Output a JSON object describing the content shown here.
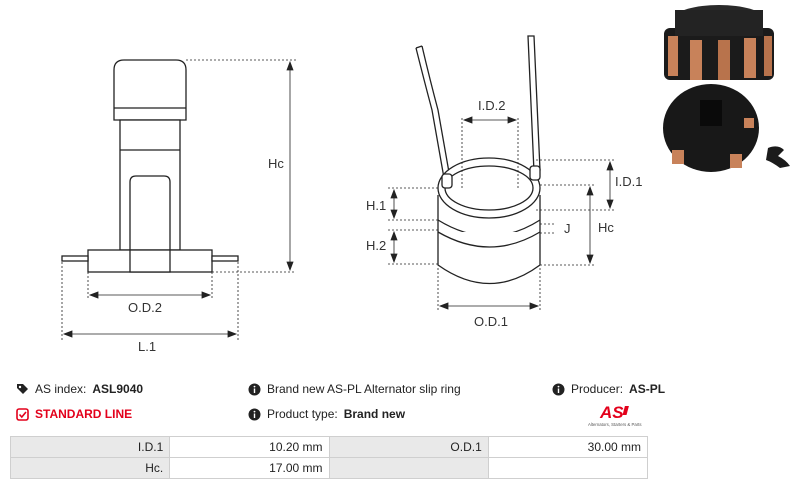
{
  "dimensions": {
    "id1": "I.D.1",
    "id2": "I.D.2",
    "hc_left": "Hc",
    "hc_right": "Hc",
    "od2": "O.D.2",
    "l1": "L.1",
    "h1": "H.1",
    "h2": "H.2",
    "j": "J",
    "od1": "O.D.1"
  },
  "info": {
    "as_index_label": "AS index:",
    "as_index_value": "ASL9040",
    "standard_line": "STANDARD LINE",
    "description": "Brand new AS-PL Alternator slip ring",
    "product_type_label": "Product type:",
    "product_type_value": "Brand new",
    "producer_label": "Producer:",
    "producer_value": "AS-PL",
    "logo_text": "AS",
    "logo_tagline": "Alternators, Starters & Parts"
  },
  "specs": [
    {
      "label": "I.D.1",
      "value": "10.20 mm",
      "label2": "O.D.1",
      "value2": "30.00 mm"
    },
    {
      "label": "Hc.",
      "value": "17.00 mm",
      "label2": "",
      "value2": ""
    }
  ],
  "colors": {
    "accent": "#e3001b",
    "table_label_bg": "#e9e9e9",
    "copper": "#c8825a",
    "plastic": "#1a1a1a"
  }
}
